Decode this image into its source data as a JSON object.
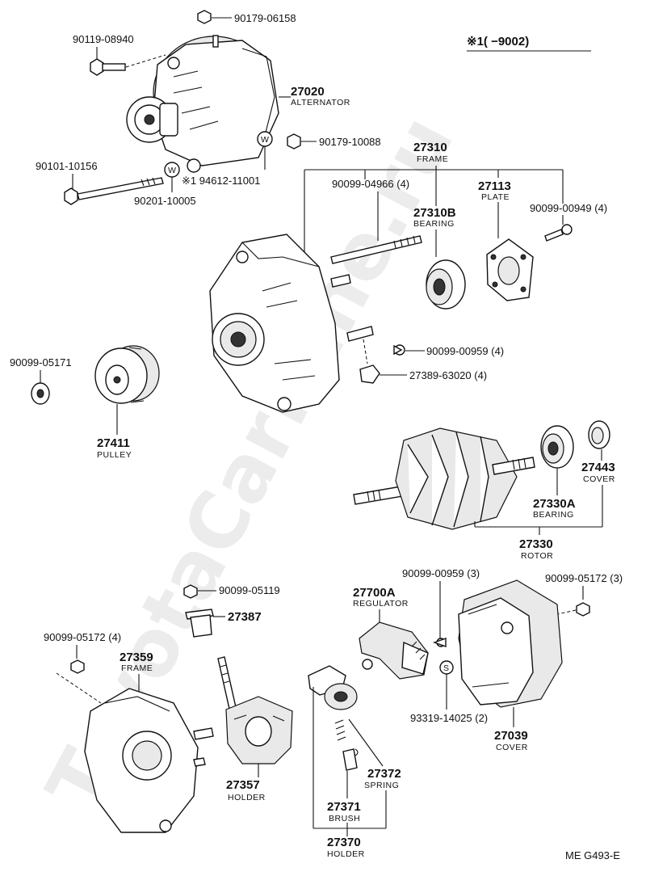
{
  "note_header": "※1(      −9002)",
  "footer_code": "ME  G493-E",
  "watermark": "ToyotaCarMine.ru",
  "washer_mark": "W",
  "spacer_mark": "S",
  "labels": {
    "p90179_06158": "90179-06158",
    "p90119_08940": "90119-08940",
    "p27020": "27020",
    "p27020_name": "ALTERNATOR",
    "p90179_10088": "90179-10088",
    "p90101_10156": "90101-10156",
    "p94612_11001": "※1 94612-11001",
    "p90201_10005": "90201-10005",
    "p27310": "27310",
    "p27310_name": "FRAME",
    "p90099_04966": "90099-04966 (4)",
    "p27310B": "27310B",
    "p27310B_name": "BEARING",
    "p27113": "27113",
    "p27113_name": "PLATE",
    "p90099_00949": "90099-00949 (4)",
    "p90099_05171": "90099-05171",
    "p90099_00959a": "90099-00959 (4)",
    "p27389_63020": "27389-63020 (4)",
    "p27411": "27411",
    "p27411_name": "PULLEY",
    "p27443": "27443",
    "p27443_name": "COVER",
    "p27330A": "27330A",
    "p27330A_name": "BEARING",
    "p27330": "27330",
    "p27330_name": "ROTOR",
    "p90099_05119": "90099-05119",
    "p27387": "27387",
    "p90099_00959b": "90099-00959 (3)",
    "p27700A": "27700A",
    "p27700A_name": "REGULATOR",
    "p90099_05172a": "90099-05172 (3)",
    "p90099_05172b": "90099-05172 (4)",
    "p27359": "27359",
    "p27359_name": "FRAME",
    "p93319_14025": "93319-14025 (2)",
    "p27039": "27039",
    "p27039_name": "COVER",
    "p27357": "27357",
    "p27357_name": "HOLDER",
    "p27372": "27372",
    "p27372_name": "SPRING",
    "p27371": "27371",
    "p27371_name": "BRUSH",
    "p27370": "27370",
    "p27370_name": "HOLDER"
  }
}
